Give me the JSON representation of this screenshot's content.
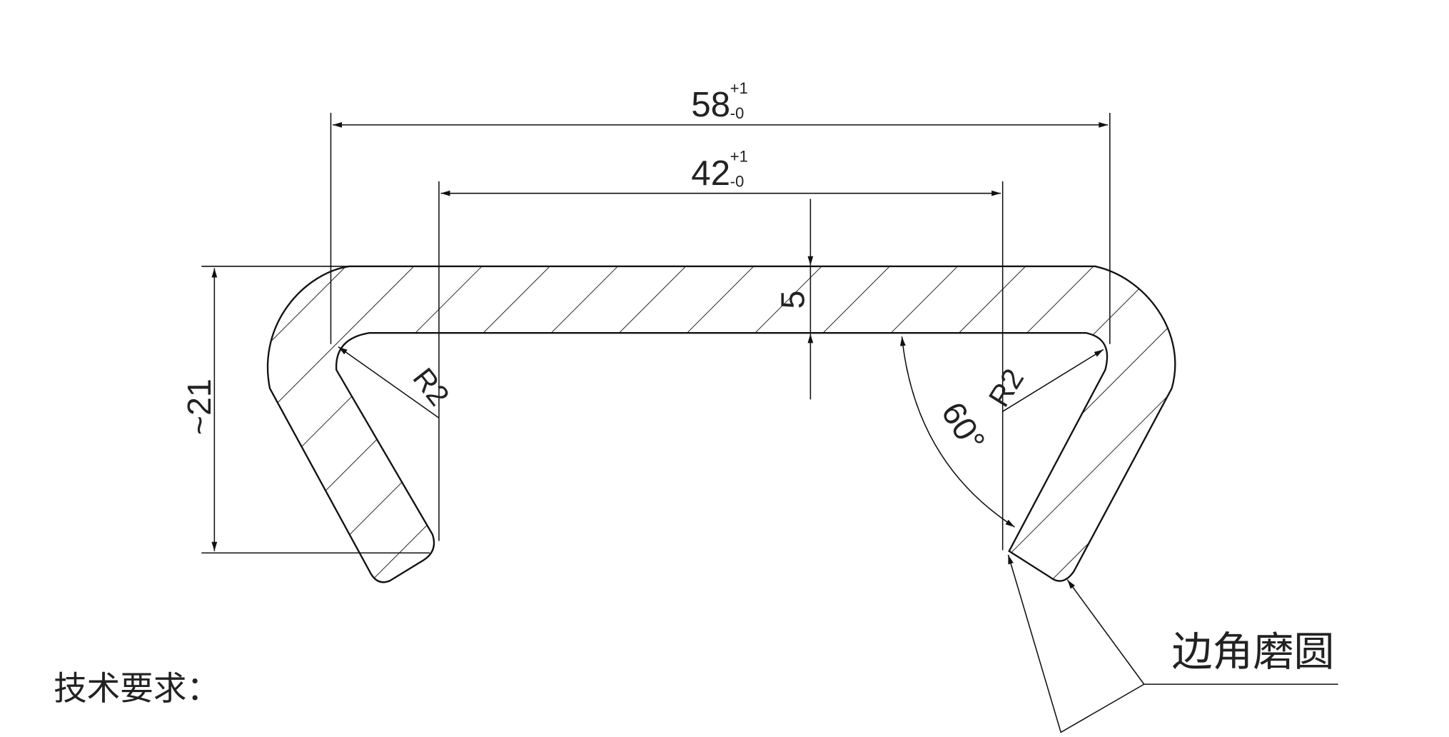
{
  "dimensions": {
    "overall_width": {
      "value": "58",
      "upper_tol": "+1",
      "lower_tol": "-0"
    },
    "inner_width": {
      "value": "42",
      "upper_tol": "+1",
      "lower_tol": "-0"
    },
    "thickness": "5",
    "height": "~21",
    "radius_left": "R2",
    "radius_right": "R2",
    "angle": "60°"
  },
  "notes": {
    "edge_callout": "边角磨圆",
    "tech_requirements": "技术要求："
  }
}
